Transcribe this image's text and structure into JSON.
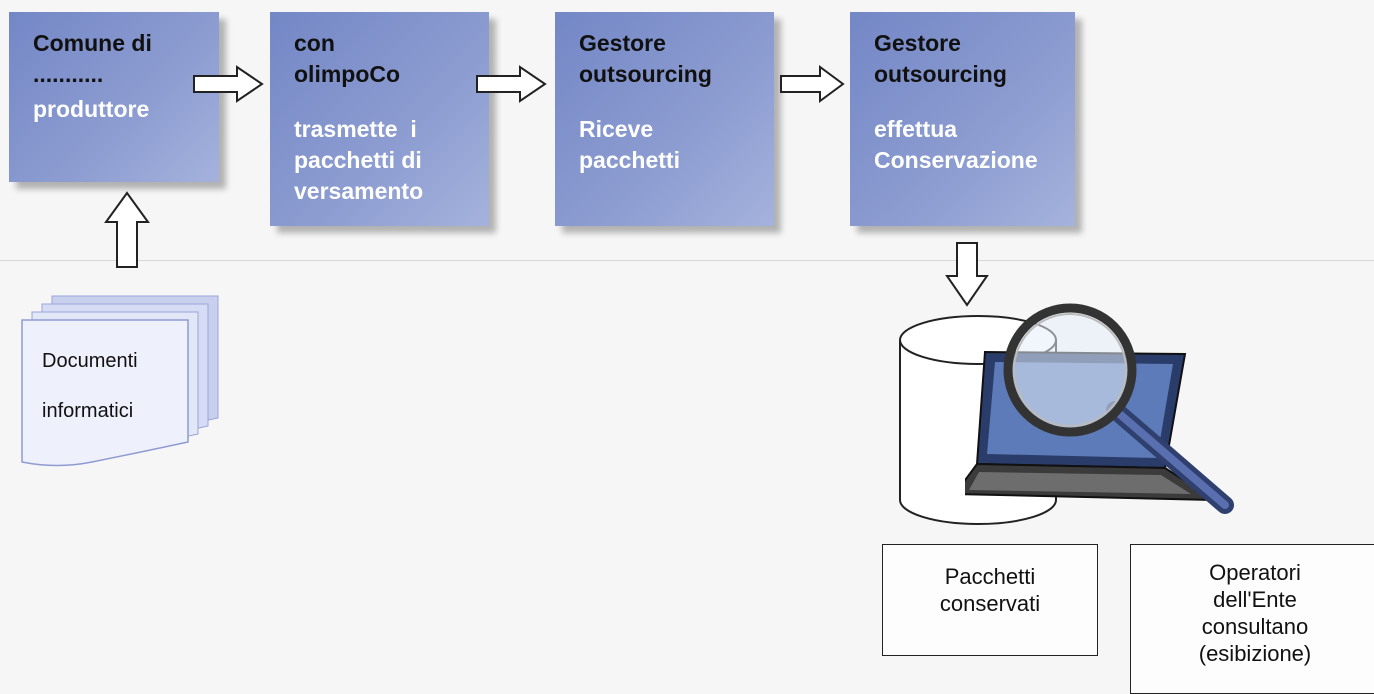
{
  "diagram": {
    "boxes": [
      {
        "head": [
          "Comune di",
          "..........."
        ],
        "sub": [
          "produttore"
        ]
      },
      {
        "head": [
          "con",
          "olimpoCo"
        ],
        "sub": [
          "trasmette  i",
          "pacchetti di",
          "versamento"
        ]
      },
      {
        "head": [
          "Gestore",
          "outsourcing"
        ],
        "sub": [
          "Riceve",
          "pacchetti"
        ]
      },
      {
        "head": [
          "Gestore",
          "outsourcing"
        ],
        "sub": [
          "effettua",
          "Conservazione"
        ]
      }
    ],
    "documents": {
      "line1": "Documenti",
      "line2": "informatici"
    },
    "storage": {
      "line1": "Pacchetti",
      "line2": "conservati"
    },
    "operators": {
      "line1": "Operatori",
      "line2": "dell'Ente",
      "line3": "consultano",
      "line4": "(esibizione)"
    }
  },
  "colors": {
    "box_fill": "#8596cf",
    "box_text_dark": "#111111",
    "box_text_light": "#ffffff",
    "outline": "#222222"
  }
}
